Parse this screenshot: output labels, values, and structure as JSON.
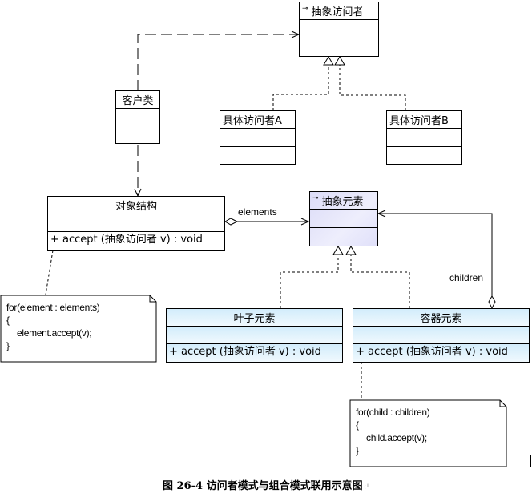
{
  "diagram": {
    "type": "UML class diagram",
    "classes": {
      "abstract_visitor": {
        "name": "抽象访问者",
        "stereotype_icon": "interface-icon"
      },
      "client": {
        "name": "客户类"
      },
      "concrete_visitor_a": {
        "name": "具体访问者A"
      },
      "concrete_visitor_b": {
        "name": "具体访问者B"
      },
      "object_structure": {
        "name": "对象结构",
        "operation": "+  accept (抽象访问者 v)  : void"
      },
      "abstract_element": {
        "name": "抽象元素",
        "stereotype_icon": "interface-icon"
      },
      "leaf_element": {
        "name": "叶子元素",
        "operation": "+  accept (抽象访问者 v)  : void"
      },
      "container_element": {
        "name": "容器元素",
        "operation": "+  accept (抽象访问者 v)  : void"
      }
    },
    "relations": {
      "elements_label": "elements",
      "children_label": "children"
    },
    "notes": {
      "object_structure_note": {
        "line1": "for(element : elements)",
        "line2": "{",
        "line3": "element.accept(v);",
        "line4": "}"
      },
      "container_note": {
        "line1": "for(child : children)",
        "line2": "{",
        "line3": "child.accept(v);",
        "line4": "}"
      }
    },
    "caption": {
      "text": "图 26-4  访问者模式与组合模式联用示意图",
      "return_mark": "↵"
    }
  }
}
